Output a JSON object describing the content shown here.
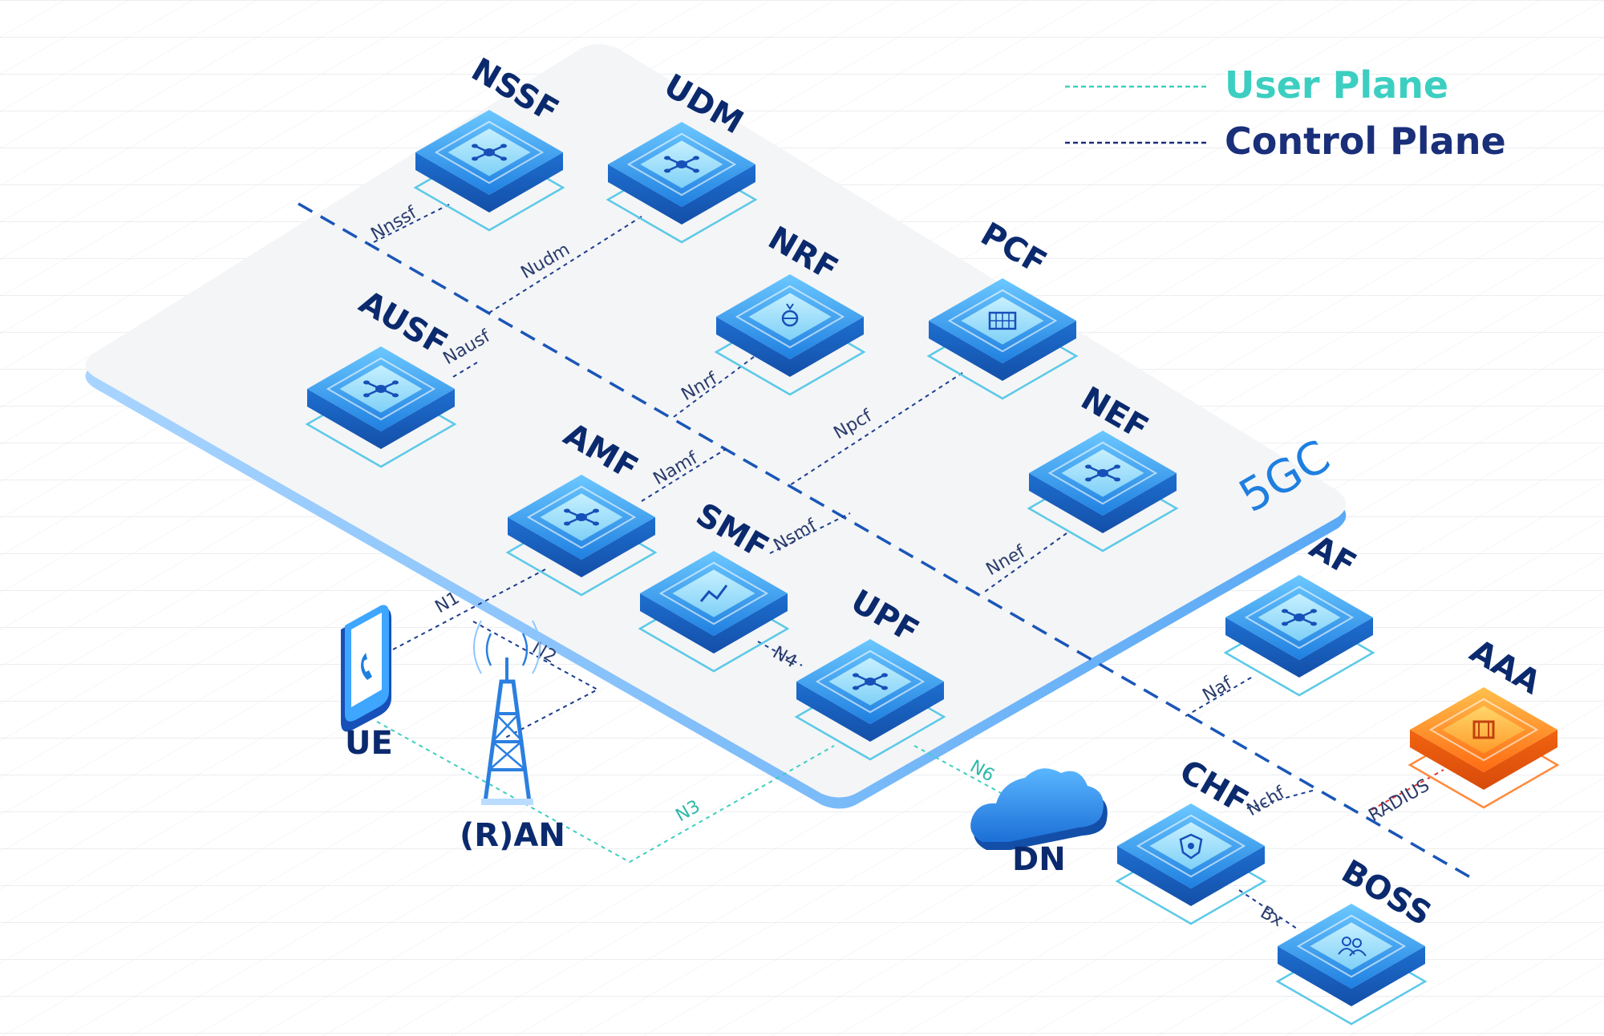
{
  "legend": {
    "user_plane": "User Plane",
    "control_plane": "Control Plane",
    "user_plane_color": "#3ccfc1",
    "control_plane_color": "#1a2f7a"
  },
  "region_label": "5GC",
  "colors": {
    "accent": "#1e7fe0",
    "nf_blue": "#2d8ee8",
    "aaa_orange": "#f46a1a",
    "aaa_label": "#e8332a",
    "radius_label": "#e8332a"
  },
  "nodes": {
    "nssf": "NSSF",
    "udm": "UDM",
    "nrf": "NRF",
    "pcf": "PCF",
    "ausf": "AUSF",
    "nef": "NEF",
    "amf": "AMF",
    "smf": "SMF",
    "upf": "UPF",
    "af": "AF",
    "aaa": "AAA",
    "chf": "CHF",
    "boss": "BOSS",
    "ue": "UE",
    "ran": "(R)AN",
    "dn": "DN"
  },
  "interfaces": {
    "nnssf": "Nnssf",
    "nudm": "Nudm",
    "nausf": "Nausf",
    "nnrf": "Nnrf",
    "npcf": "Npcf",
    "namf": "Namf",
    "nsmf": "Nsmf",
    "nnef": "Nnef",
    "naf": "Naf",
    "nchf": "Nchf",
    "radius": "RADIUS",
    "bx": "Bx",
    "n1": "N1",
    "n2": "N2",
    "n3": "N3",
    "n4": "N4",
    "n6": "N6"
  }
}
